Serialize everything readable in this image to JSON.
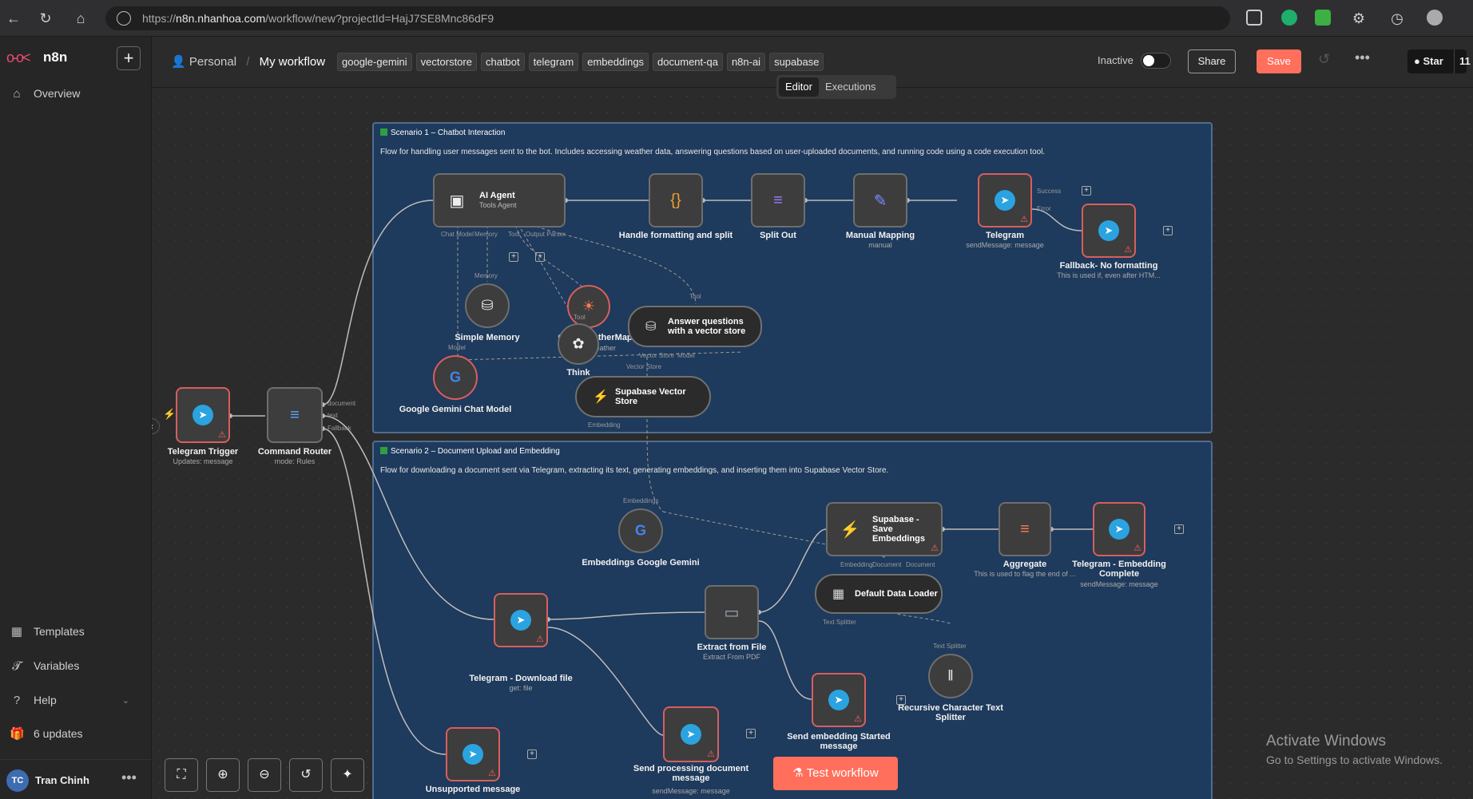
{
  "browser": {
    "url_prefix": "https://",
    "url_domain": "n8n.nhanhoa.com",
    "url_path": "/workflow/new?projectId=HajJ7SE8Mnc86dF9"
  },
  "sidebar": {
    "brand": "n8n",
    "overview": "Overview",
    "templates": "Templates",
    "variables": "Variables",
    "help": "Help",
    "updates": "6 updates",
    "user_initials": "TC",
    "user_name": "Tran Chinh"
  },
  "header": {
    "personal": "Personal",
    "workflow_name": "My workflow",
    "tags": [
      "google-gemini",
      "vectorstore",
      "chatbot",
      "telegram",
      "embeddings",
      "document-qa",
      "n8n-ai",
      "supabase"
    ],
    "status": "Inactive",
    "share": "Share",
    "save": "Save",
    "star": "Star",
    "star_count": "11"
  },
  "tabs": {
    "editor": "Editor",
    "executions": "Executions"
  },
  "canvas": {
    "scenario1_title": "Scenario 1 – Chatbot Interaction",
    "scenario1_desc": "Flow for handling user messages sent to the bot. Includes accessing weather data, answering questions based on user-uploaded documents, and running code using a code execution tool.",
    "scenario2_title": "Scenario 2 – Document Upload and Embedding",
    "scenario2_desc": "Flow for downloading a document sent via Telegram, extracting its text, generating embeddings, and inserting them into Supabase Vector Store.",
    "nodes": {
      "telegram_trigger": {
        "label": "Telegram Trigger",
        "sub": "Updates: message"
      },
      "command_router": {
        "label": "Command Router",
        "sub": "mode: Rules",
        "out1": "document",
        "out2": "text",
        "out3": "Fallback"
      },
      "ai_agent": {
        "label": "AI Agent",
        "sub": "Tools Agent",
        "p1": "Chat Model",
        "p2": "Memory",
        "p3": "Tool",
        "p4": "Output Parser"
      },
      "handle_formatting": {
        "label": "Handle formatting and split"
      },
      "split_out": {
        "label": "Split Out"
      },
      "manual_mapping": {
        "label": "Manual Mapping",
        "sub": "manual"
      },
      "telegram": {
        "label": "Telegram",
        "sub": "sendMessage: message",
        "success": "Success",
        "error": "Error"
      },
      "fallback": {
        "label": "Fallback- No formatting",
        "sub": "This is used if, even after HTM..."
      },
      "simple_memory": {
        "label": "Simple Memory",
        "port": "Memory"
      },
      "openweather": {
        "label": "OpenWeatherMap",
        "sub": "weather",
        "port": "Tool"
      },
      "answer_questions": {
        "label": "Answer questions with a vector store",
        "port": "Tool",
        "p1": "Vector Store",
        "p2": "Model"
      },
      "think": {
        "label": "Think",
        "port": "Tool"
      },
      "gemini_chat": {
        "label": "Google Gemini Chat Model",
        "port": "Model"
      },
      "supabase_vs": {
        "label": "Supabase Vector Store",
        "port_top": "Vector Store",
        "port_bottom": "Embedding"
      },
      "embeddings_gemini": {
        "label": "Embeddings Google Gemini",
        "port": "Embeddings"
      },
      "supabase_save": {
        "label": "Supabase - Save Embeddings",
        "p1": "Embedding",
        "p2": "Document",
        "p3": "Document"
      },
      "aggregate": {
        "label": "Aggregate",
        "sub": "This is used to flag the end of ..."
      },
      "tg_embed_complete": {
        "label": "Telegram - Embedding Complete",
        "sub": "sendMessage: message"
      },
      "default_data_loader": {
        "label": "Default Data Loader",
        "port": "Text Splitter"
      },
      "extract_file": {
        "label": "Extract from File",
        "sub": "Extract From PDF"
      },
      "tg_download": {
        "label": "Telegram - Download file",
        "sub": "get: file"
      },
      "recursive_splitter": {
        "label": "Recursive Character Text Splitter",
        "port": "Text Splitter"
      },
      "send_embed_started": {
        "label": "Send embedding Started message"
      },
      "unsupported": {
        "label": "Unsupported message"
      },
      "send_processing": {
        "label": "Send processing document message",
        "sub": "sendMessage: message"
      }
    }
  },
  "test_workflow": "Test workflow",
  "watermark": {
    "line1": "Activate Windows",
    "line2": "Go to Settings to activate Windows."
  },
  "colors": {
    "accent": "#ff6f5c",
    "telegram": "#2aa3e0",
    "sticky": "#1e3a5c",
    "error": "#d85e5e"
  }
}
